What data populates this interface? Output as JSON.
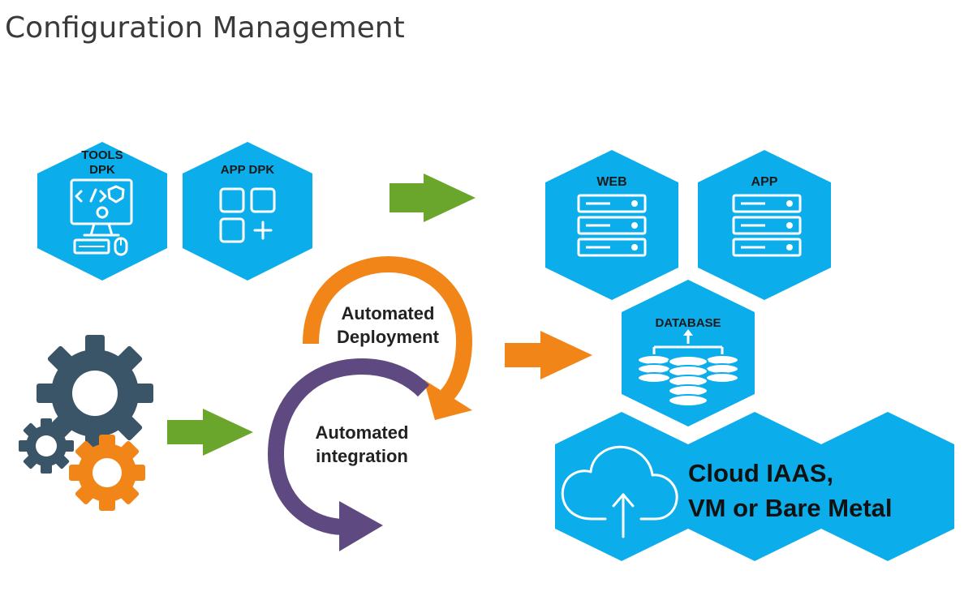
{
  "page": {
    "title": "Configuration Management"
  },
  "colors": {
    "hex": "#0cadeb",
    "gear_dark": "#3b5568",
    "gear_orange": "#f28517",
    "arrow_green": "#6aa52c",
    "arrow_orange": "#f28517",
    "cycle_orange": "#f28517",
    "cycle_purple": "#5e4a80"
  },
  "diagram": {
    "tools_dpk": {
      "line1": "TOOLS",
      "line2": "DPK"
    },
    "app_dpk": {
      "label": "APP DPK"
    },
    "web": {
      "label": "WEB"
    },
    "app": {
      "label": "APP"
    },
    "database": {
      "label": "DATABASE"
    },
    "cycle": {
      "deployment_line1": "Automated",
      "deployment_line2": "Deployment",
      "integration_line1": "Automated",
      "integration_line2": "integration"
    },
    "cloud": {
      "line1": "Cloud IAAS,",
      "line2": "VM or Bare Metal"
    }
  }
}
